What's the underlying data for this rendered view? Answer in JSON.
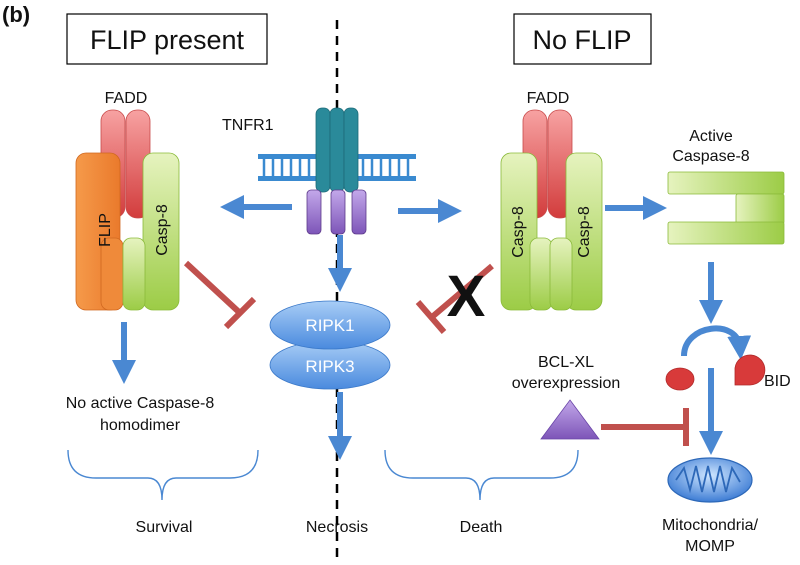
{
  "panel_label": "(b)",
  "left_title": "FLIP present",
  "right_title": "No FLIP",
  "left_complex": {
    "fadd": "FADD",
    "flip": "FLIP",
    "casp8": "Casp-8"
  },
  "receptor": "TNFR1",
  "right_complex": {
    "fadd": "FADD",
    "casp8_left": "Casp-8",
    "casp8_right": "Casp-8"
  },
  "active_caspase": [
    "Active",
    "Caspase-8"
  ],
  "ripk1": "RIPK1",
  "ripk3": "RIPK3",
  "blocked_mark": "X",
  "no_homodimer": [
    "No active Caspase-8",
    "homodimer"
  ],
  "bclxl": [
    "BCL-XL",
    "overexpression"
  ],
  "bid": "BID",
  "outcomes": {
    "survival": "Survival",
    "necrosis": "Necrosis",
    "death": "Death"
  },
  "mitochondria": [
    "Mitochondria/",
    "MOMP"
  ],
  "colors": {
    "arrow_blue": "#4a88d2",
    "inhibit_red": "#c0504d",
    "fadd_red": "#e06060",
    "flip_orange": "#f08a38",
    "casp8_green": "#a6d24e",
    "tnfr_teal": "#2a8a9a",
    "tnfr_purple": "#7a4fa0",
    "ripk_blue": "#5a9ae6",
    "bclxl_purple": "#8a60c0"
  }
}
